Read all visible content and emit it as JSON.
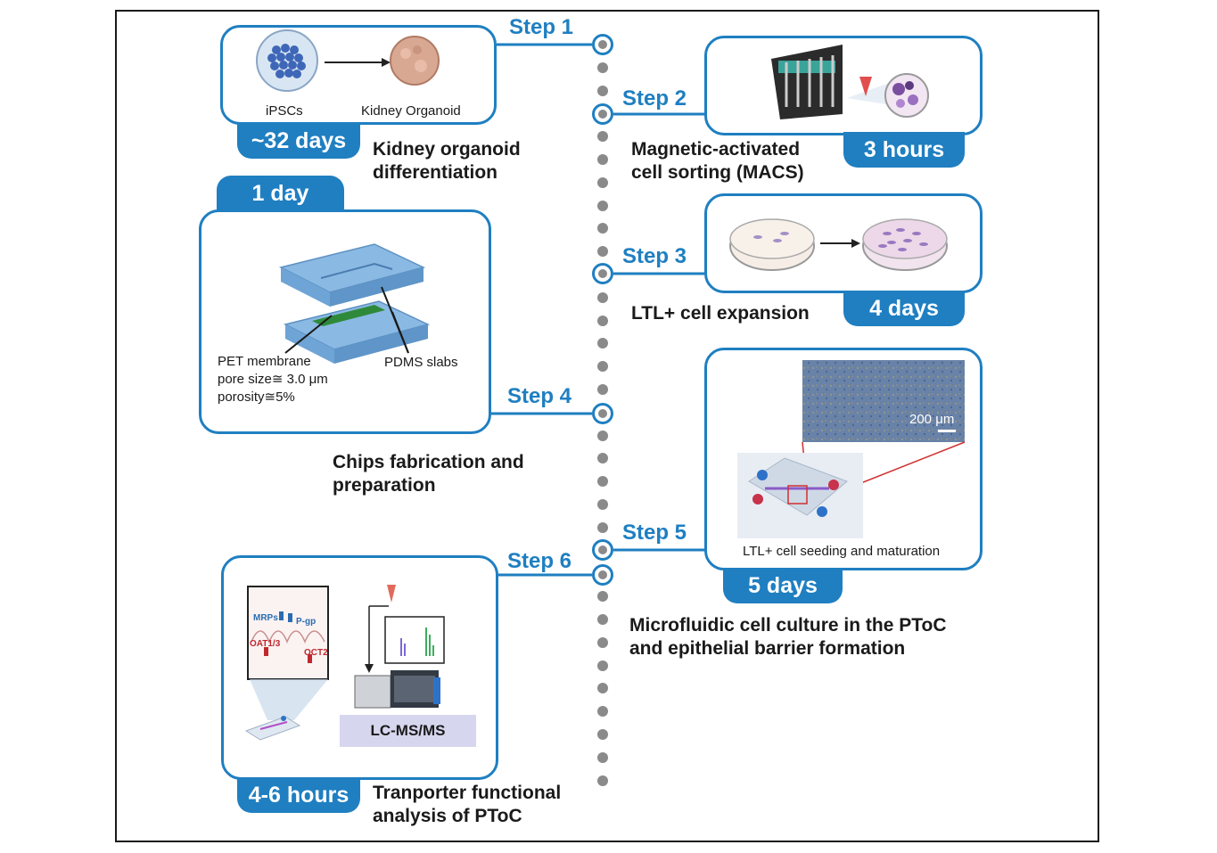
{
  "steps": {
    "s1": "Step 1",
    "s2": "Step 2",
    "s3": "Step 3",
    "s4": "Step 4",
    "s5": "Step 5",
    "s6": "Step 6"
  },
  "durations": {
    "d1": "~32 days",
    "d2": "3 hours",
    "d3": "4 days",
    "d4": "1 day",
    "d5": "5 days",
    "d6": "4-6 hours"
  },
  "descriptions": {
    "d1a": "Kidney organoid",
    "d1b": "differentiation",
    "d2a": "Magnetic-activated",
    "d2b": "cell sorting (MACS)",
    "d3": "LTL+ cell expansion",
    "d4a": "Chips fabrication and",
    "d4b": "preparation",
    "d5a": "Microfluidic cell culture in the PToC",
    "d5b": "and epithelial barrier formation",
    "d6a": "Tranporter functional",
    "d6b": "analysis of PToC"
  },
  "labels": {
    "ipscs": "iPSCs",
    "organoid": "Kidney Organoid",
    "pet1": "PET membrane",
    "pet2": "pore size≅ 3.0 μm",
    "pet3": "porosity≅5%",
    "pdms": "PDMS slabs",
    "scale": "200 μm",
    "seeding": "LTL+ cell seeding and maturation",
    "lcms": "LC-MS/MS",
    "mrps": "MRPs",
    "pgp": "P-gp",
    "oat": "OAT1/3",
    "oct": "OCT2"
  },
  "colors": {
    "accent": "#1f7fc1",
    "dot": "#8a8a8a",
    "lcms_bg": "#d6d6ee"
  }
}
